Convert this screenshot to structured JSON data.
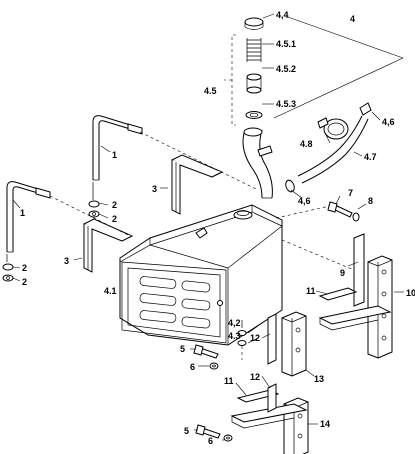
{
  "callouts": [
    {
      "id": "c-4-4",
      "text": "4,4"
    },
    {
      "id": "c-4",
      "text": "4"
    },
    {
      "id": "c-4-5-1",
      "text": "4.5.1"
    },
    {
      "id": "c-4-5-2",
      "text": "4.5.2"
    },
    {
      "id": "c-4-5",
      "text": "4.5"
    },
    {
      "id": "c-4-5-3",
      "text": "4.5.3"
    },
    {
      "id": "c-4-6a",
      "text": "4,6"
    },
    {
      "id": "c-4-8",
      "text": "4.8"
    },
    {
      "id": "c-4-7",
      "text": "4.7"
    },
    {
      "id": "c-4-6b",
      "text": "4,6"
    },
    {
      "id": "c-7",
      "text": "7"
    },
    {
      "id": "c-8",
      "text": "8"
    },
    {
      "id": "c-1a",
      "text": "1"
    },
    {
      "id": "c-1b",
      "text": "1"
    },
    {
      "id": "c-2a",
      "text": "2"
    },
    {
      "id": "c-2b",
      "text": "2"
    },
    {
      "id": "c-2c",
      "text": "2"
    },
    {
      "id": "c-2d",
      "text": "2"
    },
    {
      "id": "c-3a",
      "text": "3"
    },
    {
      "id": "c-3b",
      "text": "3"
    },
    {
      "id": "c-9",
      "text": "9"
    },
    {
      "id": "c-4-1",
      "text": "4.1"
    },
    {
      "id": "c-11a",
      "text": "11"
    },
    {
      "id": "c-10",
      "text": "10"
    },
    {
      "id": "c-4-2",
      "text": "4,2"
    },
    {
      "id": "c-4-3",
      "text": "4.3"
    },
    {
      "id": "c-12a",
      "text": "12"
    },
    {
      "id": "c-5a",
      "text": "5"
    },
    {
      "id": "c-6a",
      "text": "6"
    },
    {
      "id": "c-13",
      "text": "13"
    },
    {
      "id": "c-11b",
      "text": "11"
    },
    {
      "id": "c-12b",
      "text": "12"
    },
    {
      "id": "c-14",
      "text": "14"
    },
    {
      "id": "c-5b",
      "text": "5"
    },
    {
      "id": "c-6b",
      "text": "6"
    }
  ]
}
